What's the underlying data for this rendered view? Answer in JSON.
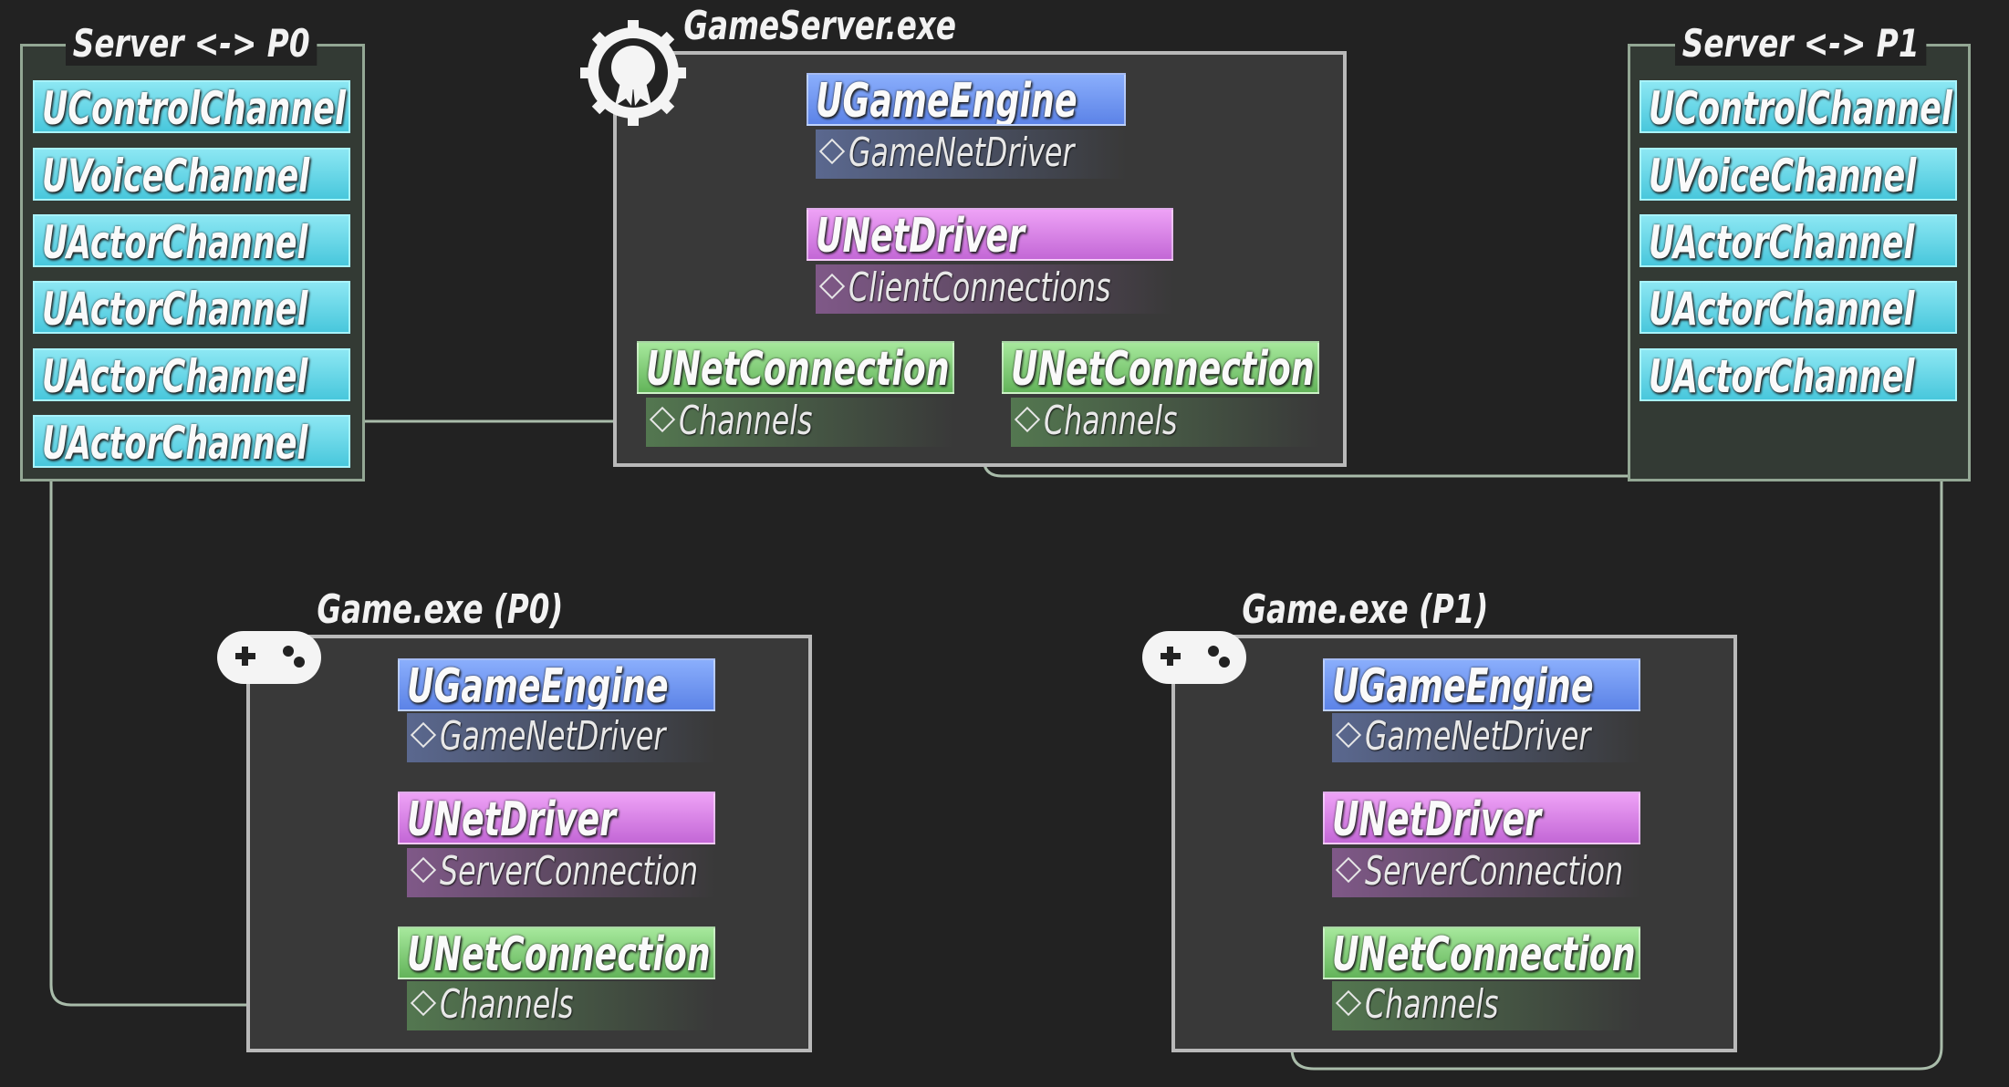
{
  "colors": {
    "background": "#222222",
    "channel": "#5fd3e6",
    "engine": "#6f93ef",
    "netdriver": "#d17fe2",
    "netconnection": "#7bc671",
    "wire": "#a9bcaa"
  },
  "server_p0": {
    "title": "Server <-> P0",
    "channels": [
      "UControlChannel",
      "UVoiceChannel",
      "UActorChannel",
      "UActorChannel",
      "UActorChannel",
      "UActorChannel"
    ]
  },
  "server_p1": {
    "title": "Server <-> P1",
    "channels": [
      "UControlChannel",
      "UVoiceChannel",
      "UActorChannel",
      "UActorChannel",
      "UActorChannel"
    ]
  },
  "gameserver": {
    "title": "GameServer.exe",
    "icon": "ribbon-badge-icon",
    "engine": "UGameEngine",
    "engine_prop": "GameNetDriver",
    "netdriver": "UNetDriver",
    "netdriver_prop": "ClientConnections",
    "connections": [
      {
        "label": "UNetConnection",
        "prop": "Channels"
      },
      {
        "label": "UNetConnection",
        "prop": "Channels"
      }
    ]
  },
  "game_p0": {
    "title": "Game.exe (P0)",
    "icon": "gamepad-icon",
    "engine": "UGameEngine",
    "engine_prop": "GameNetDriver",
    "netdriver": "UNetDriver",
    "netdriver_prop": "ServerConnection",
    "connection": "UNetConnection",
    "connection_prop": "Channels"
  },
  "game_p1": {
    "title": "Game.exe (P1)",
    "icon": "gamepad-icon",
    "engine": "UGameEngine",
    "engine_prop": "GameNetDriver",
    "netdriver": "UNetDriver",
    "netdriver_prop": "ServerConnection",
    "connection": "UNetConnection",
    "connection_prop": "Channels"
  }
}
